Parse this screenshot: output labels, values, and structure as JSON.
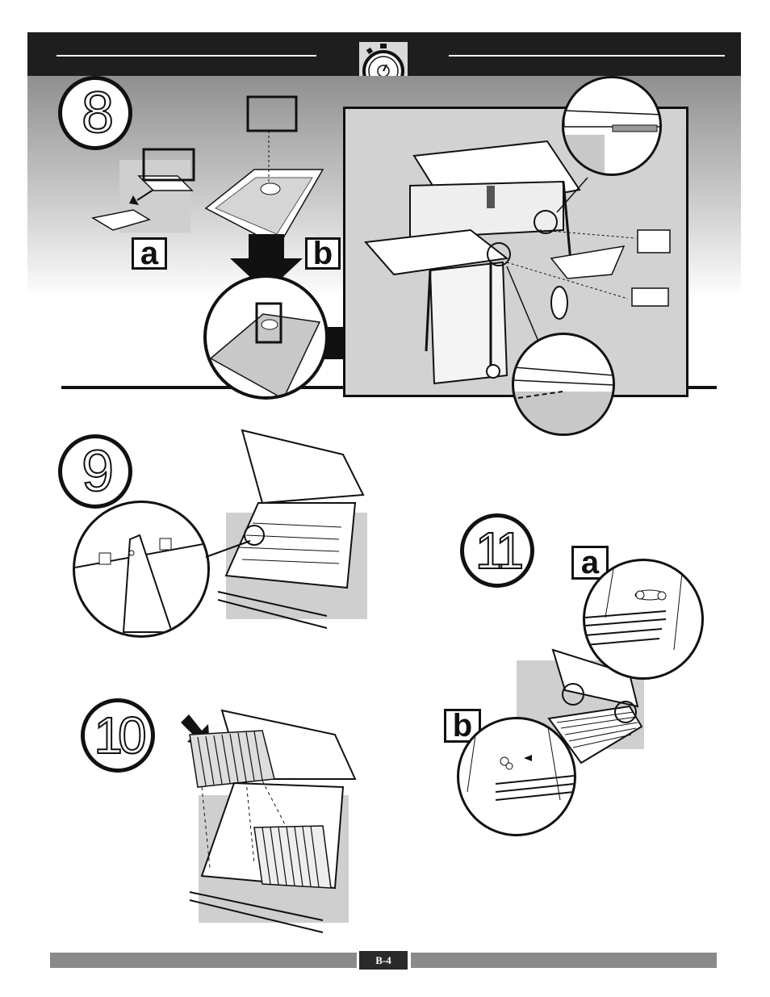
{
  "steps": {
    "step8": {
      "number": "8",
      "labels": [
        "a",
        "b"
      ]
    },
    "step9": {
      "number": "9"
    },
    "step10": {
      "number": "10"
    },
    "step11": {
      "number": "11",
      "labels": [
        "a",
        "b"
      ]
    }
  },
  "page": {
    "number": "B-4"
  },
  "icons": {
    "header": "stopwatch-icon"
  },
  "colors": {
    "header": "#1e1e1e",
    "footer": "#8a8a8a",
    "shading": "#cfcfcf"
  }
}
